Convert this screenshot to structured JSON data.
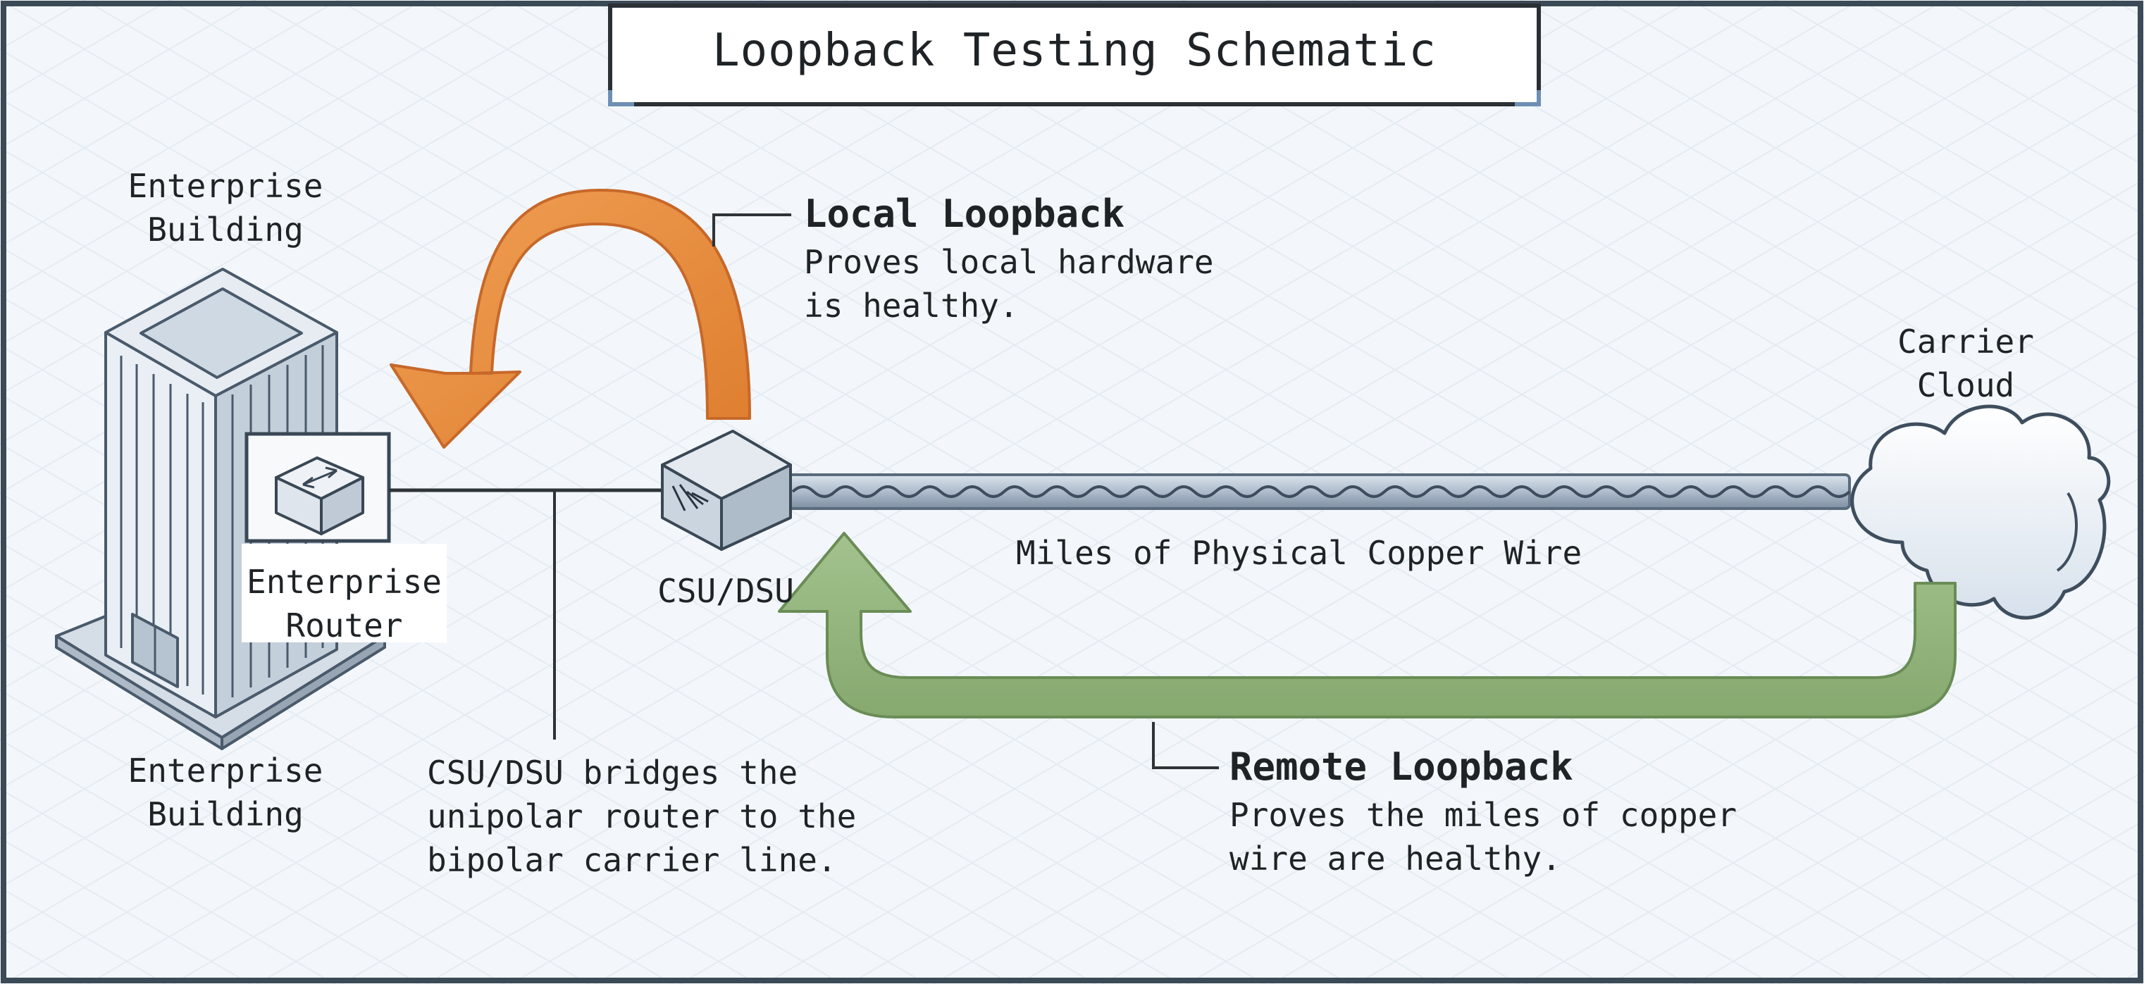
{
  "title": "Loopback Testing Schematic",
  "labels": {
    "building_top": "Enterprise\nBuilding",
    "building_bottom": "Enterprise\nBuilding",
    "router": "Enterprise\nRouter",
    "csu_dsu": "CSU/DSU",
    "copper_wire": "Miles of Physical Copper Wire",
    "carrier_cloud": "Carrier\nCloud",
    "bridge_note": "CSU/DSU bridges the\nunipolar router to the\nbipolar carrier line."
  },
  "local_loopback": {
    "heading": "Local Loopback",
    "description": "Proves local hardware\nis healthy."
  },
  "remote_loopback": {
    "heading": "Remote Loopback",
    "description": "Proves the miles of copper\nwire are healthy."
  },
  "icons": {
    "building": "building-icon",
    "router": "router-icon",
    "csu_dsu": "csu-dsu-box-icon",
    "cloud": "cloud-icon",
    "local_arrow": "curved-arrow-icon",
    "remote_arrow": "u-turn-arrow-icon"
  },
  "colors": {
    "local_loopback": "#e8883a",
    "remote_loopback": "#8fb07a",
    "frame": "#3c4a57",
    "cable": "#9fb0c3",
    "background": "#f3f7fb"
  }
}
